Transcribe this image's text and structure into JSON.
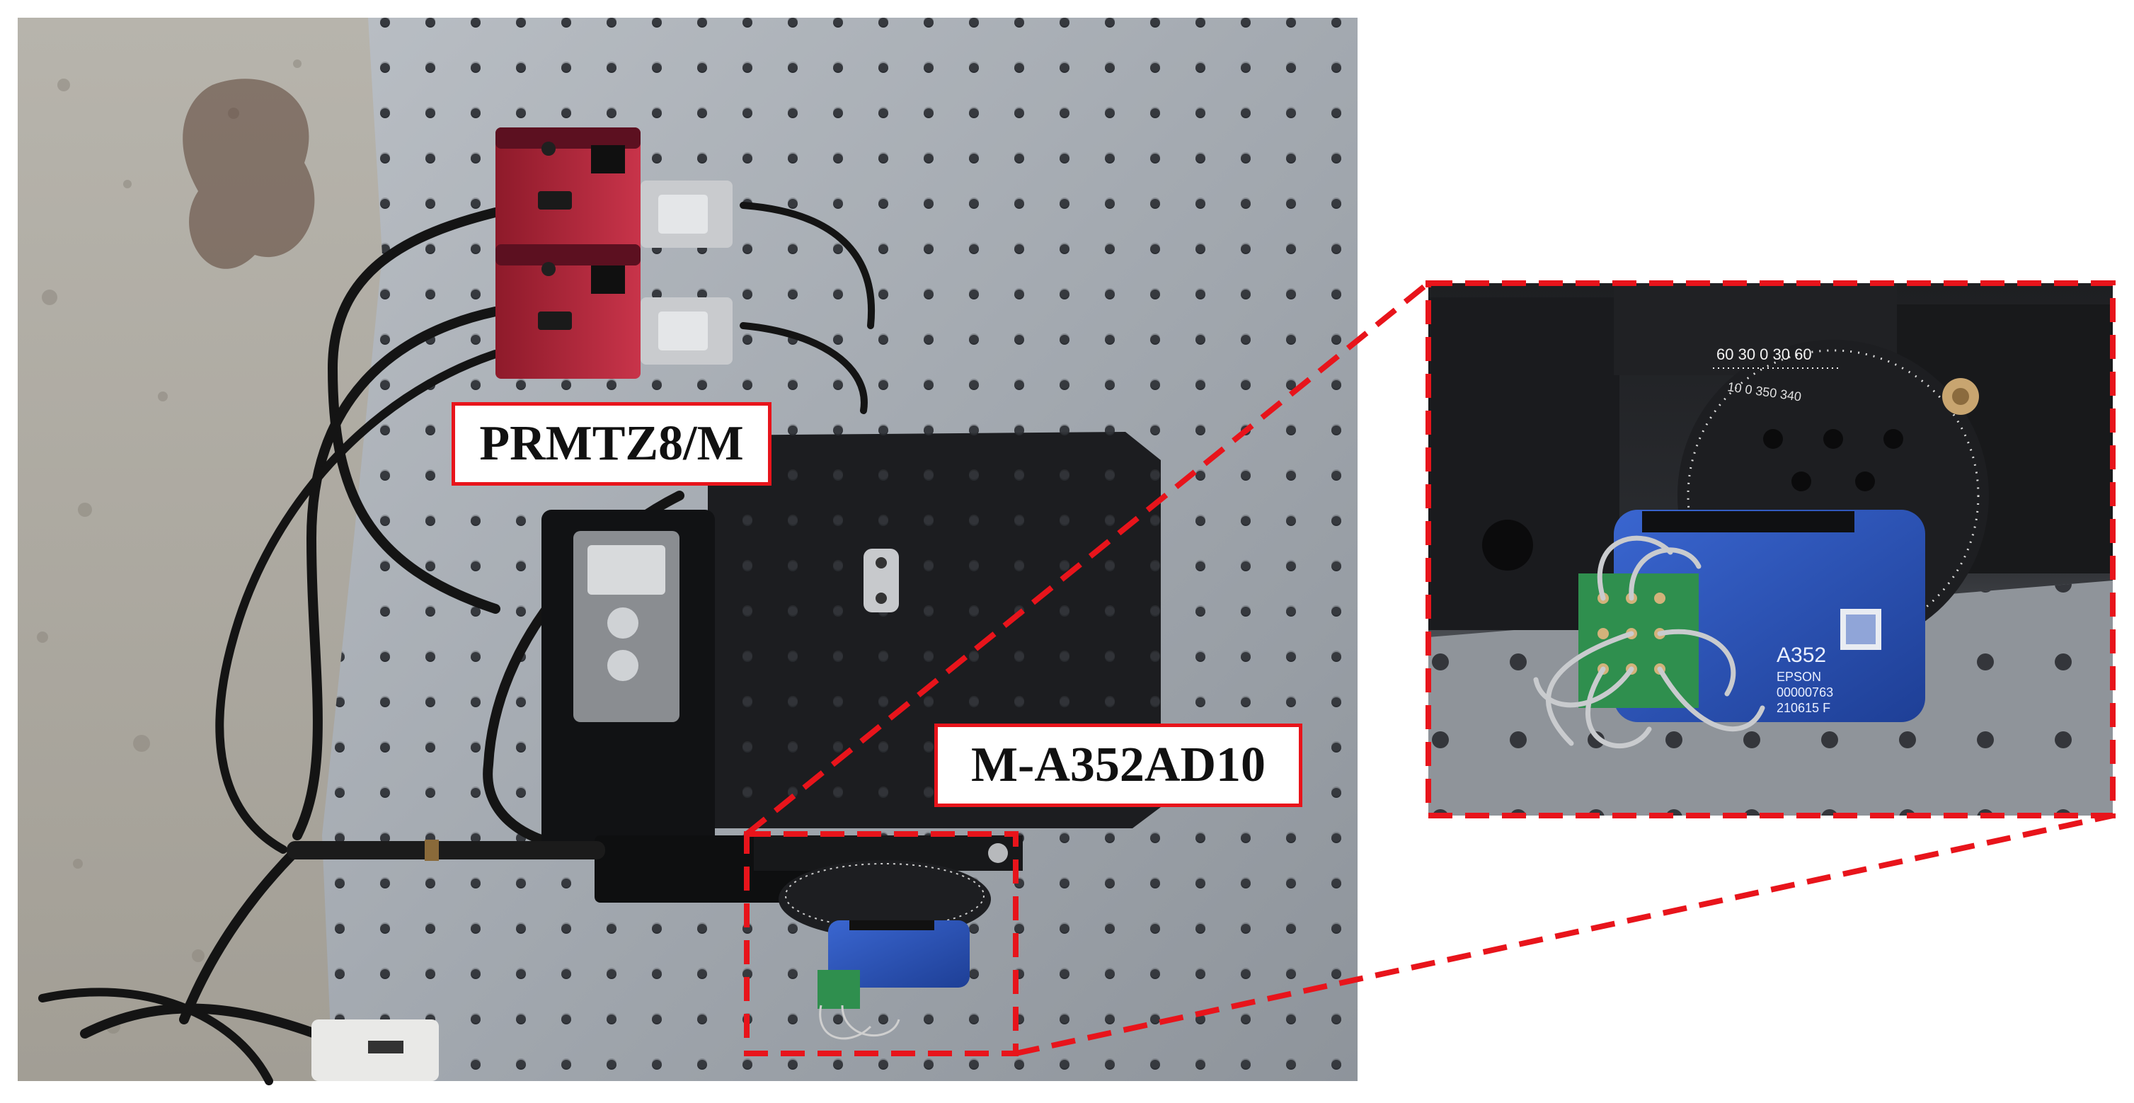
{
  "labels": {
    "stage": "PRMTZ8/M",
    "sensor": "M-A352AD10"
  },
  "printed_text": {
    "scale_top": "60 30 0 30 60",
    "scale_ring": "10 0 350 340",
    "sensor_model": "A352",
    "sensor_brand": "EPSON",
    "sensor_serial": "00000763",
    "sensor_lot": "210615 F"
  },
  "colors": {
    "highlight": "#e8141b",
    "sensor_body": "#2450b8",
    "controller_body": "#b8283c",
    "pcb": "#2f8f4e",
    "table": "#9aa0a6",
    "stage": "#1c1d20"
  }
}
